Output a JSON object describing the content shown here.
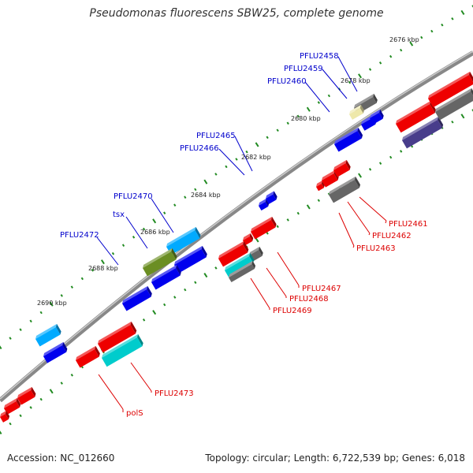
{
  "title": "Pseudomonas fluorescens SBW25, complete genome",
  "footer": {
    "accession": "Accession: NC_012660",
    "stats": "Topology: circular; Length: 6,722,539 bp; Genes: 6,018"
  },
  "colors": {
    "backbone": "#888888",
    "tick_dots": "#228b22",
    "label_forward": "#0000cc",
    "label_reverse": "#dd0000",
    "gene_blue": "#0000ee",
    "gene_red": "#ee0000",
    "gene_lightblue": "#00aaff",
    "gene_cyan": "#00cccc",
    "gene_olive": "#6b8e23",
    "gene_gray": "#666666",
    "gene_khaki": "#eee8aa",
    "gene_slate": "#483d8b"
  },
  "tick_labels": [
    "2676 kbp",
    "2678 kbp",
    "2680 kbp",
    "2682 kbp",
    "2684 kbp",
    "2686 kbp",
    "2688 kbp",
    "2690 kbp"
  ],
  "forward_labels": [
    "PFLU2458",
    "PFLU2459",
    "PFLU2460",
    "PFLU2465",
    "PFLU2466",
    "PFLU2470",
    "tsx",
    "PFLU2472"
  ],
  "reverse_labels": [
    "PFLU2461",
    "PFLU2462",
    "PFLU2463",
    "PFLU2467",
    "PFLU2468",
    "PFLU2469",
    "PFLU2473",
    "polS"
  ]
}
